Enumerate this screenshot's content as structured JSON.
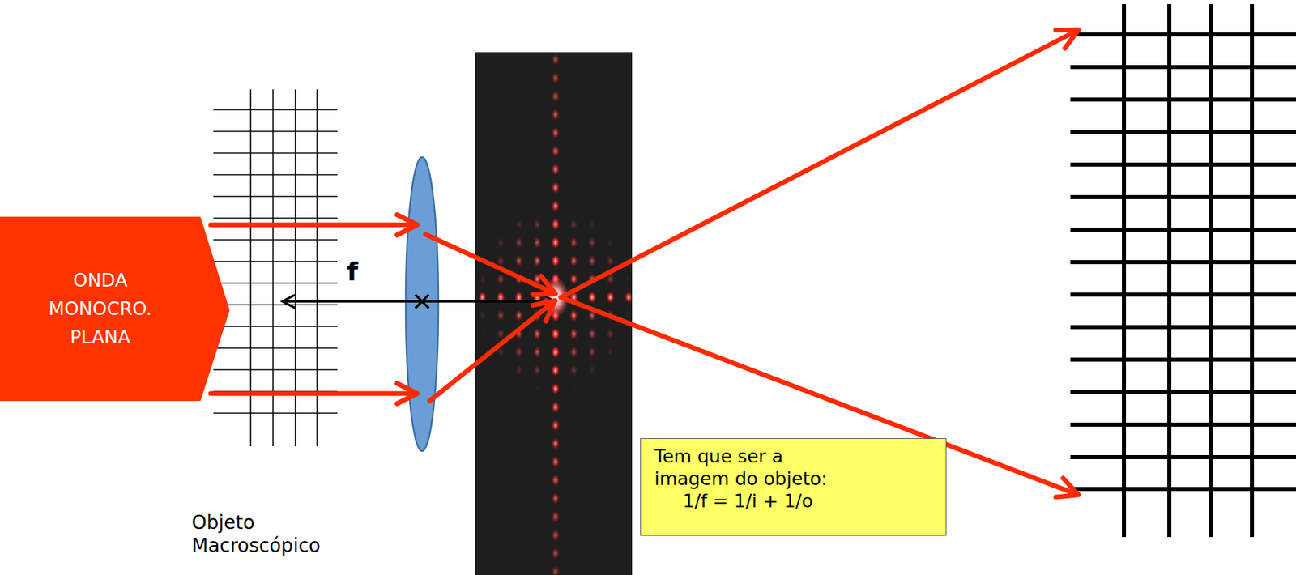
{
  "diagram": {
    "nodes": [
      {
        "text": [
          "ONDA MONOCRO. PLANA"
        ]
      },
      {
        "text": [
          "Tem que ser a imagem do objeto:",
          "1/f = 1/i + 1/o"
        ]
      }
    ],
    "labels": [
      "f",
      "Objeto Macroscópico"
    ]
  }
}
